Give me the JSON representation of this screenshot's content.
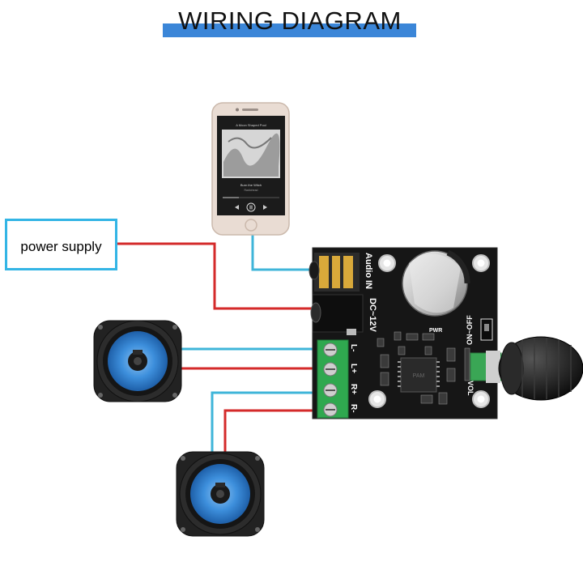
{
  "title": "WIRING DIAGRAM",
  "power_supply": {
    "label": "power supply"
  },
  "phone": {
    "screen_title": "A Moon Shaped Pool",
    "track_title": "Burn the Witch",
    "track_artist": "Radiohead"
  },
  "board": {
    "labels": {
      "audio": "Audio",
      "in": "IN",
      "dc": "DC~12V",
      "pwr": "PWR",
      "on_off": "ON~OFF",
      "vol": "VOL",
      "l_minus": "L-",
      "l_plus": "L+",
      "r_plus": "R+",
      "r_minus": "R-",
      "chip": "PAM"
    }
  },
  "colors": {
    "title_bar": "#3b86d8",
    "power_box_border": "#33b5e5",
    "wire_red": "#d42a2a",
    "wire_blue": "#3fb5d9",
    "board": "#161616",
    "terminal_green": "#2fa84f",
    "speaker_cone": "#3d8fdc"
  }
}
